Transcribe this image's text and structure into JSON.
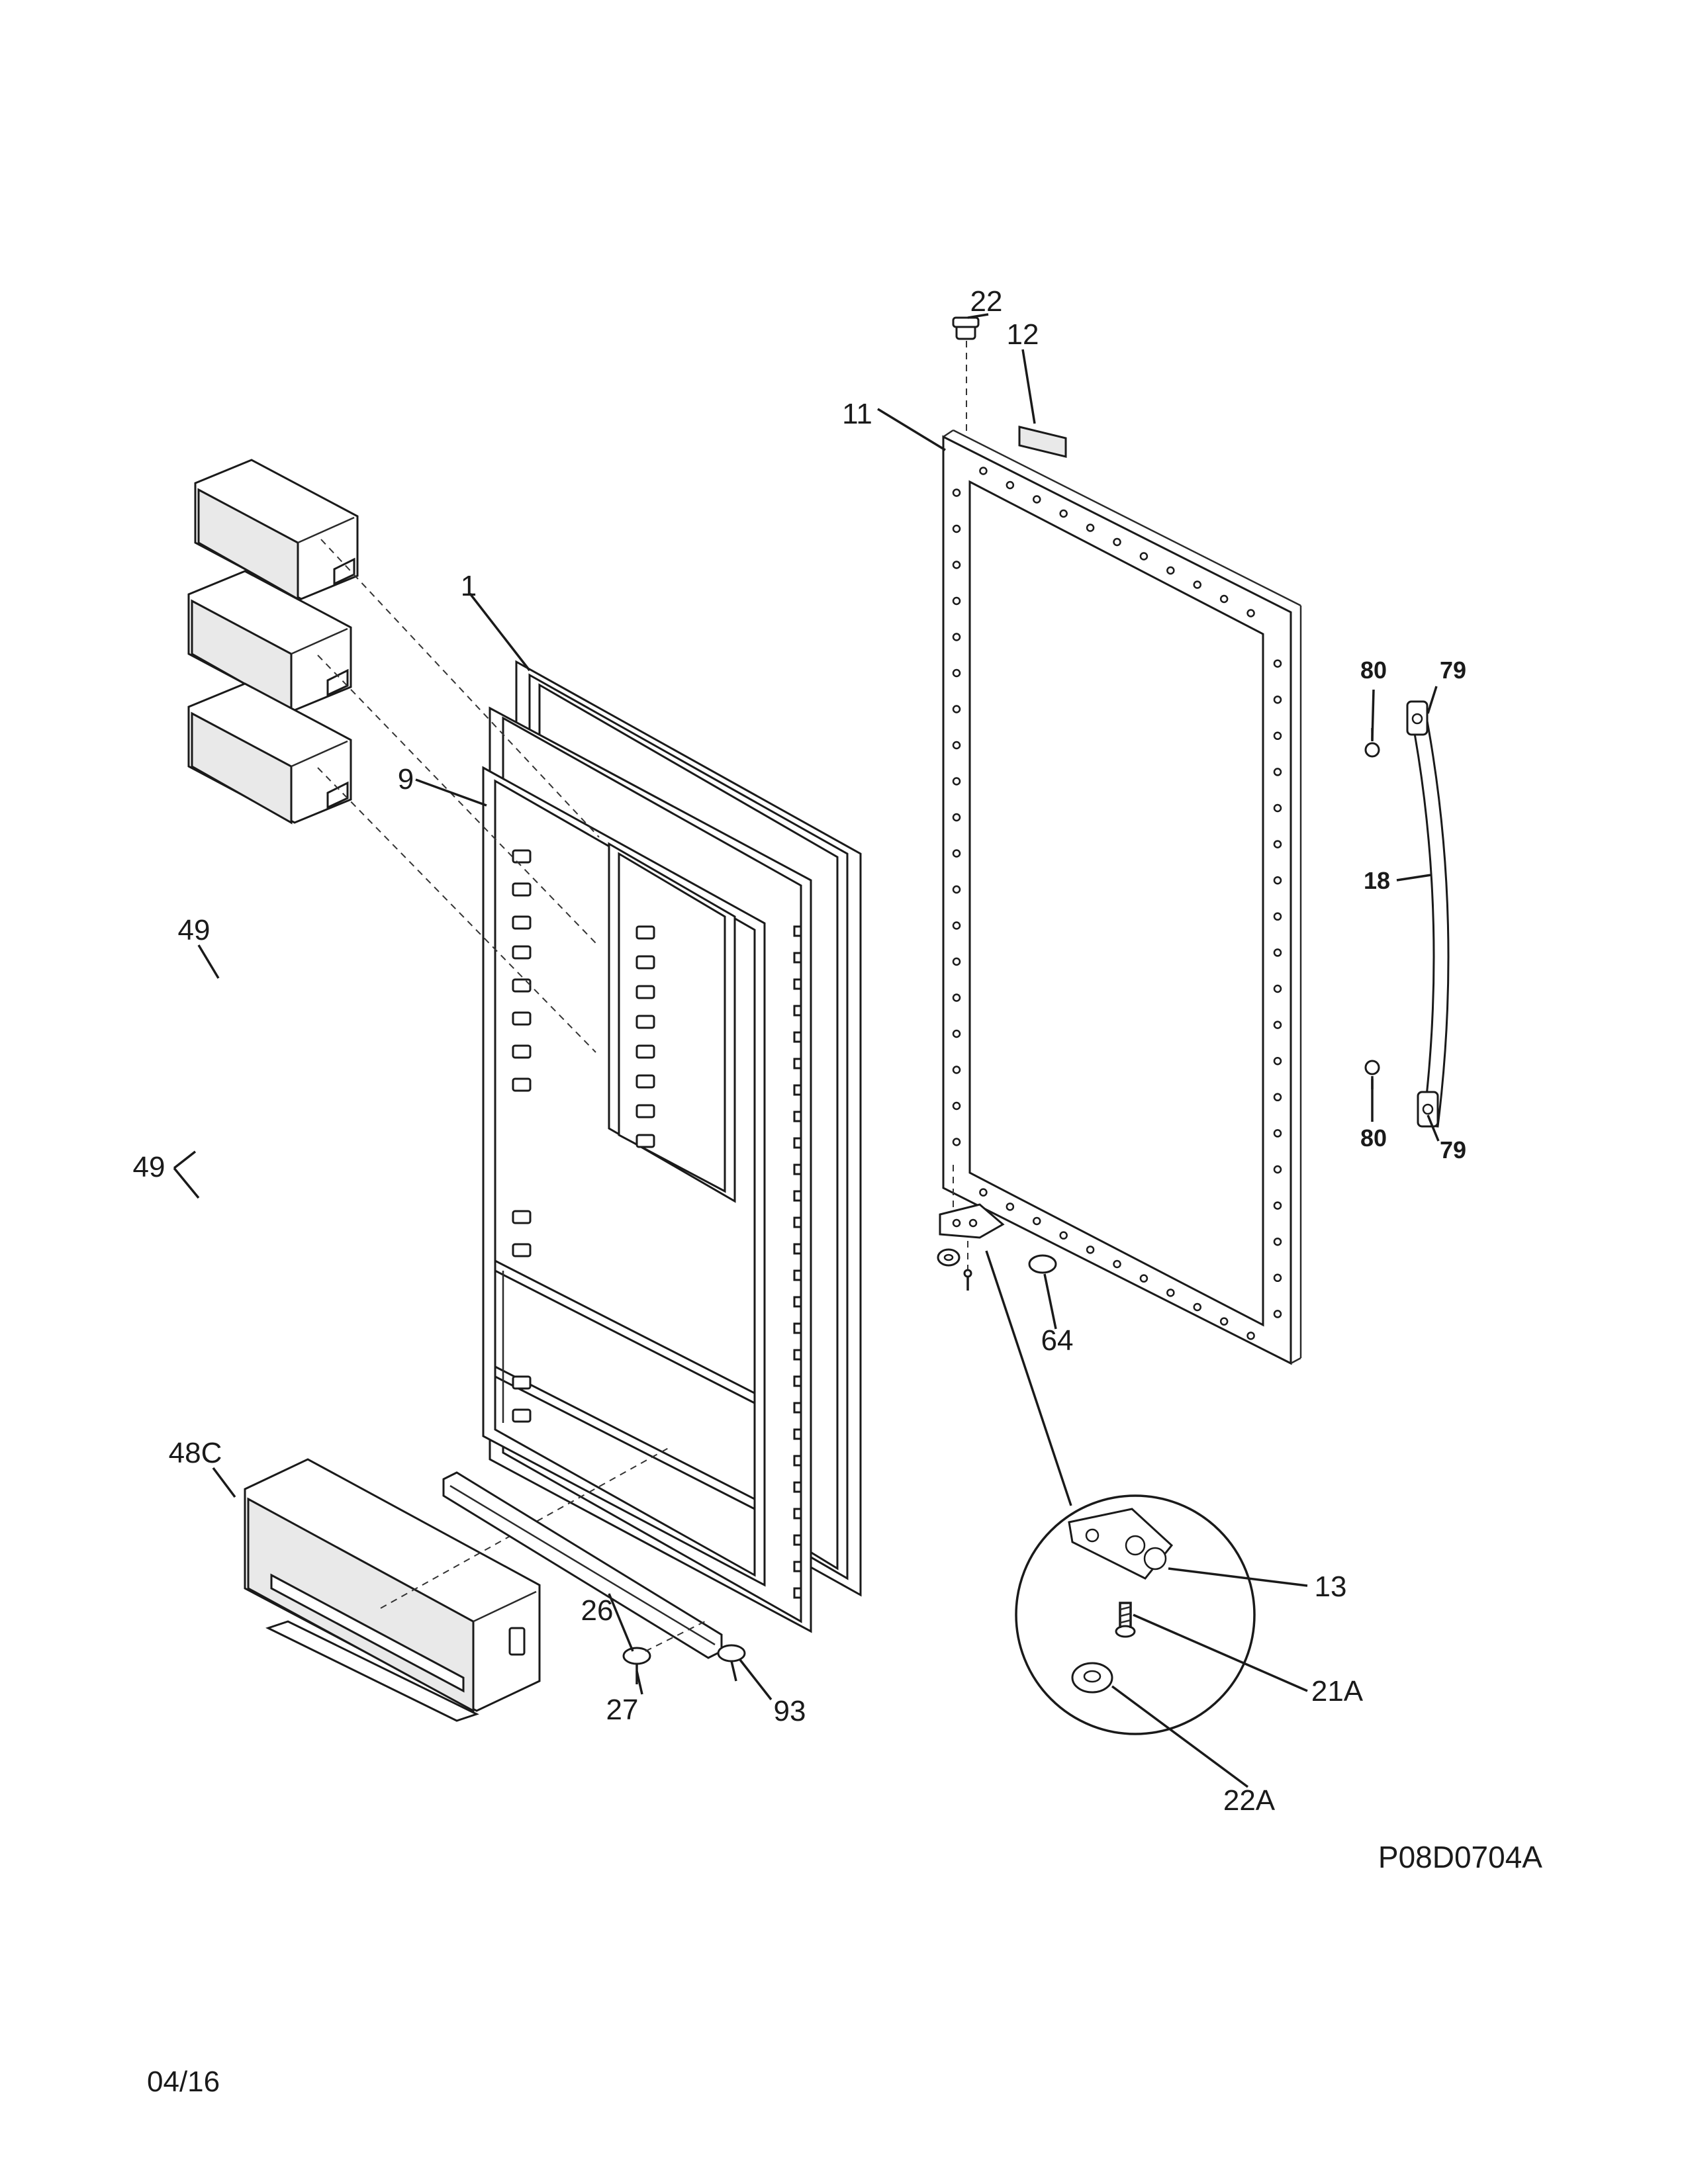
{
  "diagram_code": "P08D0704A",
  "date": "04/16",
  "callouts": {
    "c1": "1",
    "c9": "9",
    "c11": "11",
    "c12": "12",
    "c13": "13",
    "c18": "18",
    "c21a": "21A",
    "c22": "22",
    "c22a": "22A",
    "c26": "26",
    "c27": "27",
    "c48c": "48C",
    "c49_top": "49",
    "c49_mid": "49",
    "c64": "64",
    "c79_top": "79",
    "c79_bottom": "79",
    "c80_top": "80",
    "c80_bottom": "80",
    "c93": "93"
  }
}
